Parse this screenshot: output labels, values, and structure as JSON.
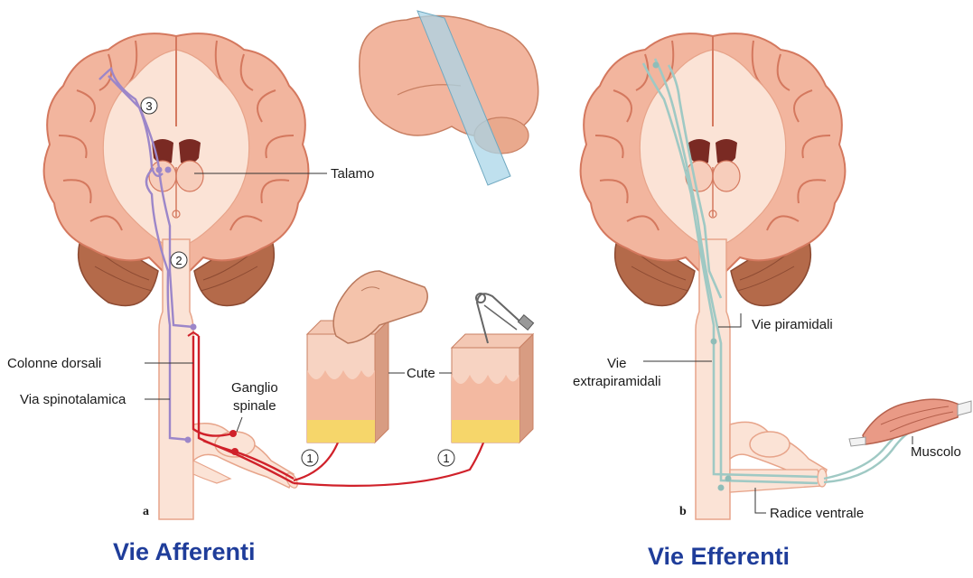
{
  "colors": {
    "cortex": "#f2b59e",
    "cortex_stroke": "#d4785e",
    "white_matter": "#fbe3d6",
    "ventricle": "#7a2a23",
    "cerebellum": "#b46a4a",
    "afferent_path": "#9c86c9",
    "motor_path": "#d0212a",
    "efferent_path": "#9fc9c4",
    "caption": "#1f3d9a",
    "skin_fat": "#f6d66a"
  },
  "afferent": {
    "panel_letter": "a",
    "caption": "Vie Afferenti",
    "labels": {
      "talamo": "Talamo",
      "colonne_dorsali": "Colonne dorsali",
      "via_spinotalamica": "Via spinotalamica",
      "ganglio_line1": "Ganglio",
      "ganglio_line2": "spinale",
      "cute": "Cute"
    },
    "markers": [
      "3",
      "2",
      "1",
      "1"
    ]
  },
  "efferent": {
    "panel_letter": "b",
    "caption": "Vie Efferenti",
    "labels": {
      "vie_piramidali": "Vie piramidali",
      "vie_line1": "Vie",
      "vie_line2": "extrapiramidali",
      "muscolo": "Muscolo",
      "radice_ventrale": "Radice ventrale"
    }
  },
  "icons": [
    "brain-icon",
    "finger-icon",
    "safety-pin-icon",
    "muscle-icon",
    "skin-block-icon"
  ]
}
